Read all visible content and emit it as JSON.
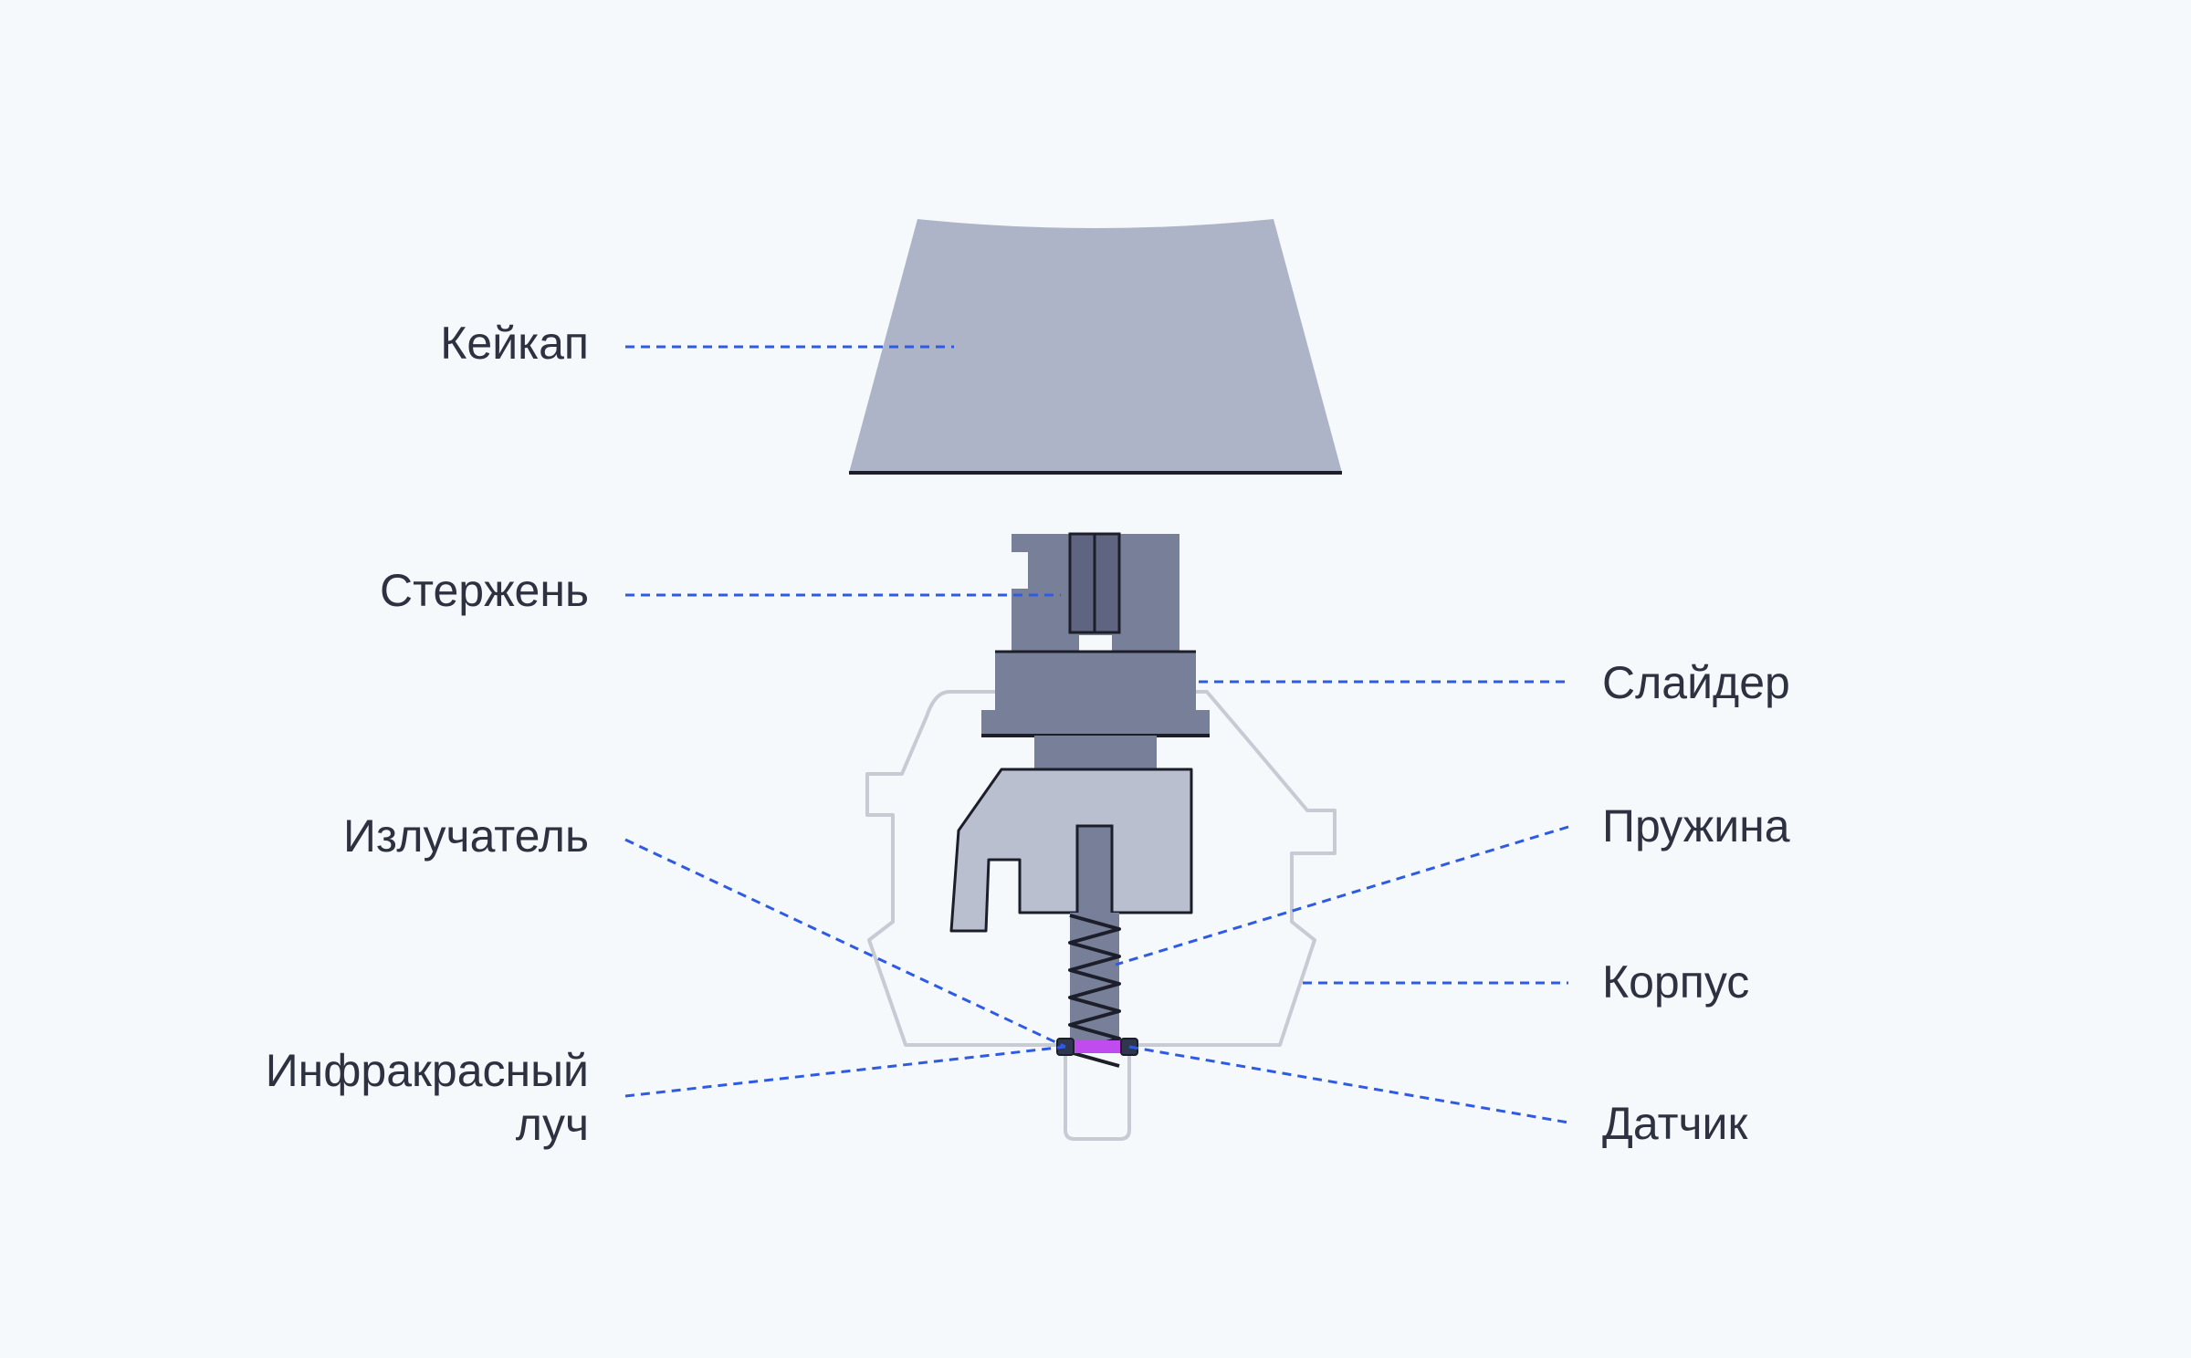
{
  "labels": {
    "keycap": "Кейкап",
    "stem": "Стержень",
    "slider": "Слайдер",
    "emitter": "Излучатель",
    "spring": "Пружина",
    "housing": "Корпус",
    "ir_beam_line1": "Инфракрасный",
    "ir_beam_line2": "луч",
    "sensor": "Датчик"
  },
  "colors": {
    "background": "#f5f9fc",
    "keycap": "#aeb4c8",
    "stem": "#787f99",
    "slider_body": "#babfd0",
    "housing_outline": "#c8cbd3",
    "leader_line": "#2f5be3",
    "ir_beam": "#c04cf0",
    "text": "#2d3140"
  }
}
